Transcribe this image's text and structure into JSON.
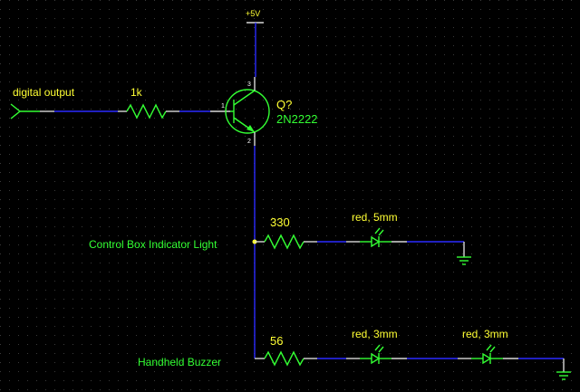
{
  "power_label": "+5V",
  "input_label": "digital output",
  "resistor_base": "1k",
  "transistor": {
    "ref": "Q?",
    "part": "2N2222",
    "pin_base": "1",
    "pin_collector": "3",
    "pin_emitter": "2"
  },
  "branch1": {
    "label": "Control Box Indicator Light",
    "resistor": "330",
    "led": "red, 5mm"
  },
  "branch2": {
    "label": "Handheld Buzzer",
    "resistor": "56",
    "led1": "red, 3mm",
    "led2": "red, 3mm"
  },
  "colors": {
    "background": "#000000",
    "grid": "#3a3a3a",
    "wire": "#2a2aff",
    "component": "#33ff33",
    "text_yellow": "#ffff33",
    "text_green": "#33ff33",
    "lead": "#d8d8d8"
  }
}
